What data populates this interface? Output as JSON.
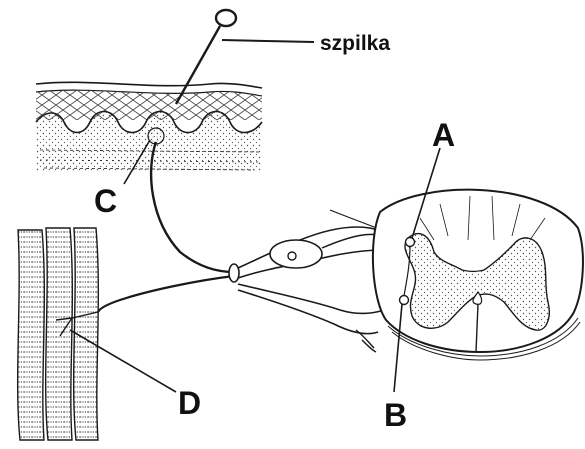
{
  "diagram": {
    "pin_label": "szpilka",
    "labels": {
      "A": "A",
      "B": "B",
      "C": "C",
      "D": "D"
    },
    "colors": {
      "ink": "#1a1a1a",
      "background": "#ffffff",
      "stipple": "#555555"
    }
  }
}
